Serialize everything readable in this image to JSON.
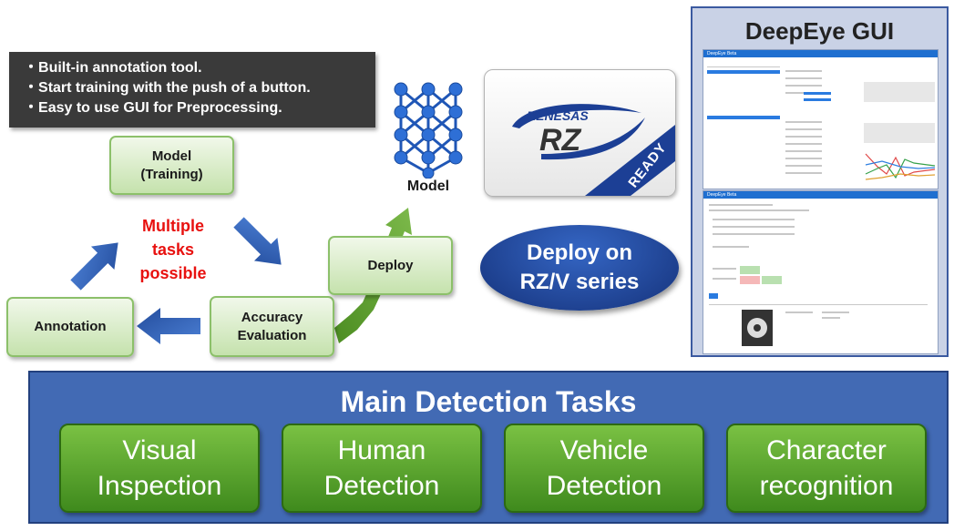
{
  "features": [
    "Built-in annotation tool.",
    "Start training with the push of a button.",
    "Easy to use GUI for Preprocessing."
  ],
  "cycle": {
    "model_training": [
      "Model",
      "(Training)"
    ],
    "annotation": "Annotation",
    "accuracy": [
      "Accuracy",
      "Evaluation"
    ],
    "deploy": "Deploy",
    "multiple_tasks": [
      "Multiple",
      "tasks",
      "possible"
    ]
  },
  "model_label": "Model",
  "rz_card": {
    "brand": "RENESAS",
    "product": "RZ",
    "ribbon": "READY"
  },
  "deploy_oval": [
    "Deploy on",
    "RZ/V series"
  ],
  "gui": {
    "title": "DeepEye GUI",
    "top_header": "DeepEye Beta",
    "bottom_header": "DeepEye Beta"
  },
  "main_tasks": {
    "title": "Main Detection Tasks",
    "items": [
      [
        "Visual",
        "Inspection"
      ],
      [
        "Human",
        "Detection"
      ],
      [
        "Vehicle",
        "Detection"
      ],
      [
        "Character",
        "recognition"
      ]
    ]
  },
  "colors": {
    "arrow_blue": "#2f5fb3",
    "arrow_green": "#5a9a2e",
    "red_text": "#e8110f",
    "panel_blue": "#426ab4"
  }
}
